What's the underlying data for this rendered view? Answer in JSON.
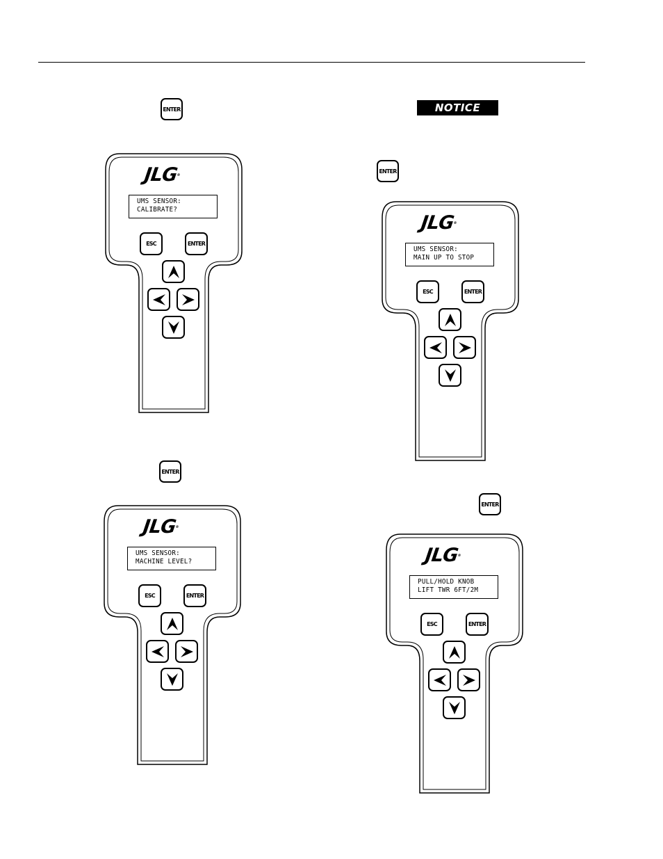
{
  "notice": {
    "label": "NOTICE"
  },
  "inline_keys": {
    "enter_label": "ENTER"
  },
  "pendant_common": {
    "logo": "JLG",
    "logo_mark": "®",
    "esc_label": "ESC",
    "enter_label": "ENTER",
    "arrow_icons": [
      "arrow-up-icon",
      "arrow-left-icon",
      "arrow-right-icon",
      "arrow-down-icon"
    ]
  },
  "pendants": [
    {
      "display_line1": "UMS SENSOR:",
      "display_line2": "CALIBRATE?"
    },
    {
      "display_line1": "UMS SENSOR:",
      "display_line2": "MAIN UP TO STOP"
    },
    {
      "display_line1": "UMS SENSOR:",
      "display_line2": "MACHINE LEVEL?"
    },
    {
      "display_line1": "PULL/HOLD KNOB",
      "display_line2": "LIFT TWR 6FT/2M"
    }
  ]
}
